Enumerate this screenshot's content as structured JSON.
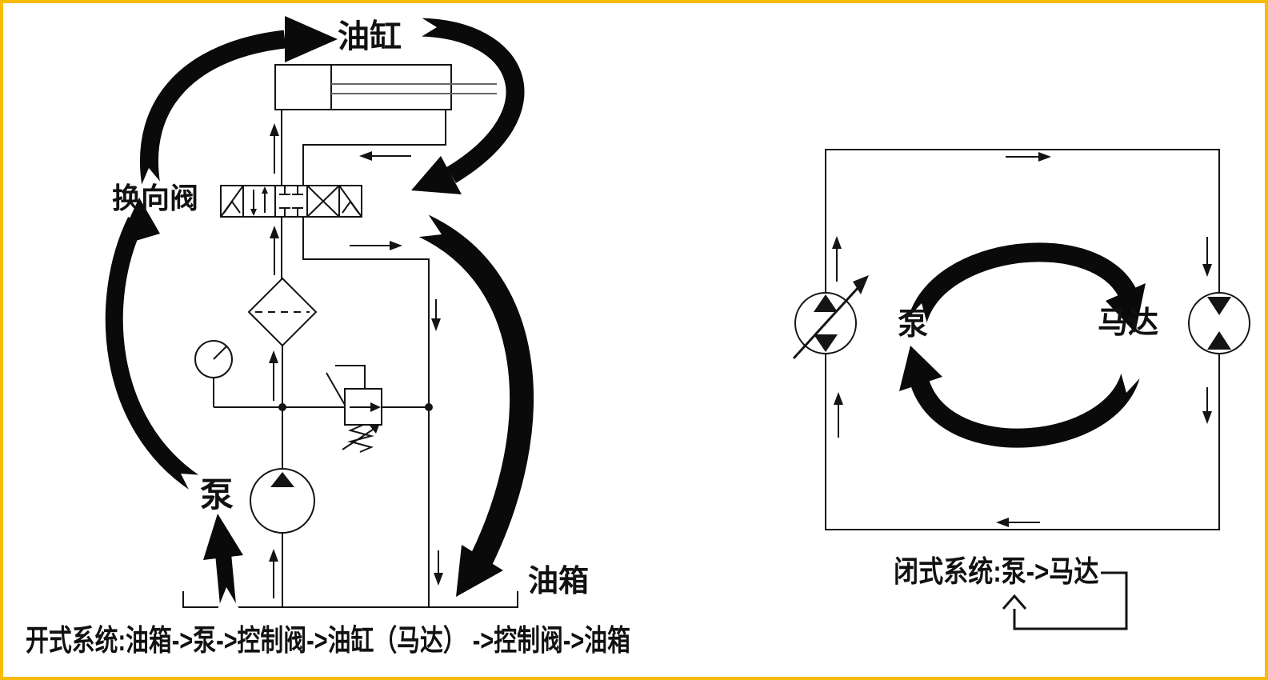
{
  "page": {
    "border_color": "#f8bc05",
    "background_color": "#ffffff",
    "ink_color": "#141414"
  },
  "open_system": {
    "cylinder_label": "油缸",
    "valve_label": "换向阀",
    "pump_label": "泵",
    "tank_label": "油箱",
    "caption": "开式系统:油箱->泵->控制阀->油缸（马达） ->控制阀->油箱"
  },
  "closed_system": {
    "pump_label": "泵",
    "motor_label": "马达",
    "caption": "闭式系统:泵->马达"
  }
}
